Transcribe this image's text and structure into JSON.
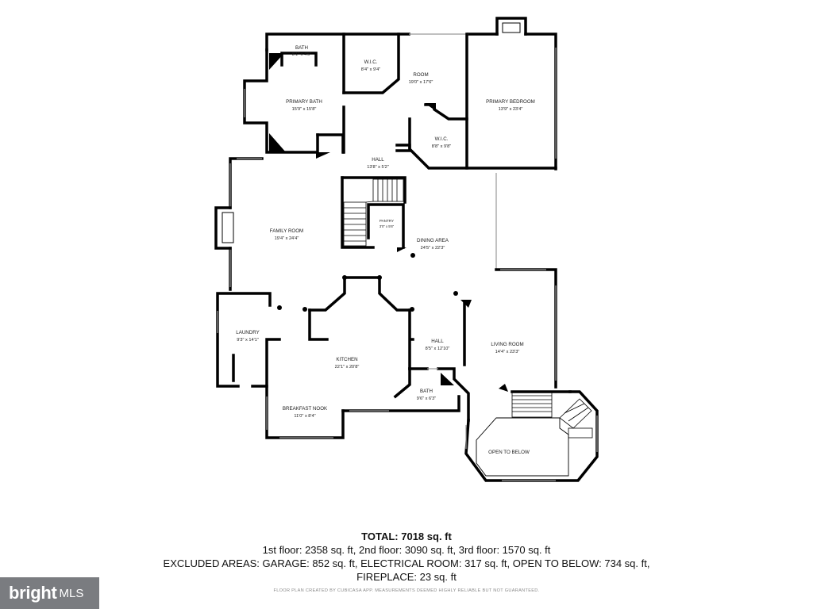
{
  "rooms": {
    "bath_upper": {
      "label": "BATH",
      "dim": "8'1\" x 4'5\""
    },
    "primary_bath": {
      "label": "PRIMARY BATH",
      "dim": "15'9\" x 15'8\""
    },
    "wic_left": {
      "label": "W.I.C.",
      "dim": "8'4\" x 9'4\""
    },
    "room": {
      "label": "ROOM",
      "dim": "19'0\" x 17'6\""
    },
    "primary_bedroom": {
      "label": "PRIMARY BEDROOM",
      "dim": "13'9\" x 23'4\""
    },
    "wic_right": {
      "label": "W.I.C.",
      "dim": "8'8\" x 9'8\""
    },
    "hall_upper": {
      "label": "HALL",
      "dim": "13'8\" x 5'2\""
    },
    "family_room": {
      "label": "FAMILY ROOM",
      "dim": "19'4\" x 24'4\""
    },
    "pantry": {
      "label": "PANTRY",
      "dim": "3'0\" x 5'6\""
    },
    "dining_area": {
      "label": "DINING AREA",
      "dim": "24'5\" x 22'3\""
    },
    "laundry": {
      "label": "LAUNDRY",
      "dim": "9'3\" x 14'1\""
    },
    "kitchen": {
      "label": "KITCHEN",
      "dim": "22'1\" x 20'8\""
    },
    "hall_lower": {
      "label": "HALL",
      "dim": "8'5\" x 12'10\""
    },
    "living_room": {
      "label": "LIVING ROOM",
      "dim": "14'4\" x 23'3\""
    },
    "bath_lower": {
      "label": "BATH",
      "dim": "9'6\" x 6'3\""
    },
    "breakfast_nook": {
      "label": "BREAKFAST NOOK",
      "dim": "11'0\" x 8'4\""
    },
    "open_to_below": {
      "label": "OPEN TO BELOW",
      "dim": ""
    }
  },
  "summary": {
    "total": "TOTAL: 7018 sq. ft",
    "floors": "1st floor: 2358 sq. ft, 2nd floor: 3090 sq. ft, 3rd floor: 1570 sq. ft",
    "excluded": "EXCLUDED AREAS: GARAGE: 852 sq. ft, ELECTRICAL ROOM: 317 sq. ft, OPEN TO BELOW: 734 sq. ft,",
    "fireplace": "FIREPLACE: 23 sq. ft"
  },
  "credit": "FLOOR PLAN CREATED BY CUBICASA APP. MEASUREMENTS DEEMED HIGHLY RELIABLE BUT NOT GUARANTEED.",
  "logo": {
    "brand": "bright",
    "suffix": "MLS"
  },
  "colors": {
    "wall": "#000000",
    "window": "#9a9a9a",
    "logo_bg": "#7a7c80"
  }
}
